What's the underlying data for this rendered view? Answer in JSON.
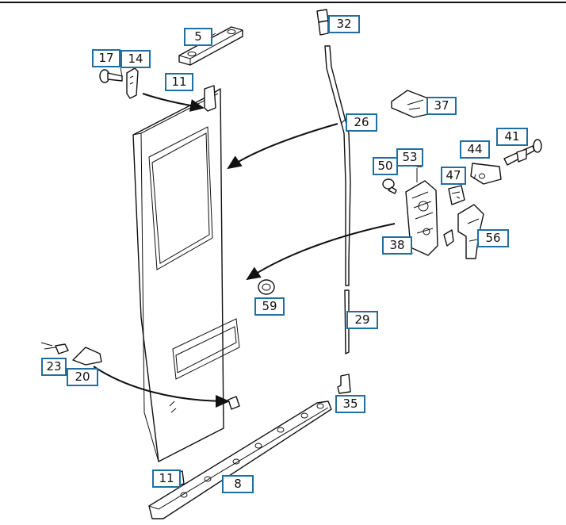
{
  "labels": {
    "p32": "32",
    "p5": "5",
    "p17": "17",
    "p14": "14",
    "p11_top": "11",
    "p26": "26",
    "p37": "37",
    "p41": "41",
    "p44": "44",
    "p53": "53",
    "p50": "50",
    "p47": "47",
    "p56": "56",
    "p38": "38",
    "p59": "59",
    "p29": "29",
    "p23": "23",
    "p20": "20",
    "p35": "35",
    "p11_bottom": "11",
    "p8": "8"
  }
}
